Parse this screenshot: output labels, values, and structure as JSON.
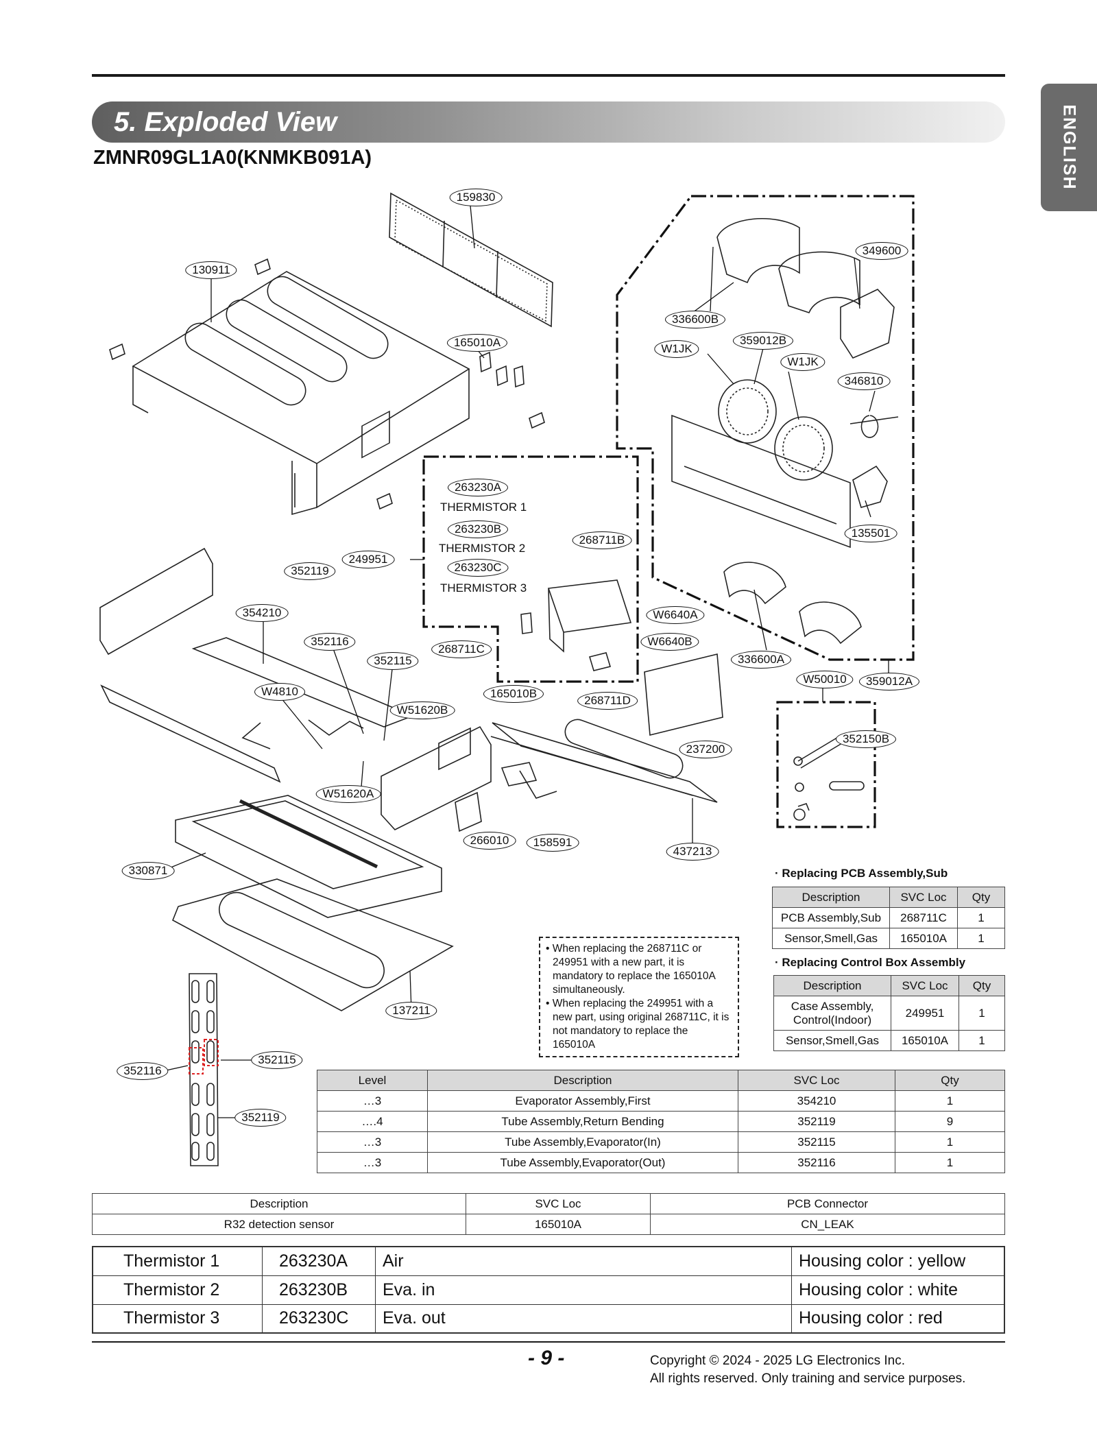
{
  "header": {
    "section_title": "5. Exploded View",
    "model": "ZMNR09GL1A0(KNMKB091A)",
    "language_tab": "ENGLISH"
  },
  "callouts": {
    "p159830": "159830",
    "p130911": "130911",
    "p165010A_top": "165010A",
    "p336600B": "336600B",
    "p349600": "349600",
    "p359012B": "359012B",
    "p W1JK_left": "W1JK",
    "pW1JK_right": "W1JK",
    "p346810": "346810",
    "p135501": "135501",
    "p263230A": "263230A",
    "p263230B": "263230B",
    "p263230C": "263230C",
    "p268711B": "268711B",
    "p249951": "249951",
    "p352119_top": "352119",
    "p354210": "354210",
    "p352116_top": "352116",
    "p352115_top": "352115",
    "p268711C": "268711C",
    "pW6640A": "W6640A",
    "pW6640B": "W6640B",
    "p336600A": "336600A",
    "pW50010": "W50010",
    "p359012A": "359012A",
    "pW4810": "W4810",
    "p165010B": "165010B",
    "p268711D": "268711D",
    "pW51620B": "W51620B",
    "p352150B": "352150B",
    "p237200": "237200",
    "pW51620A": "W51620A",
    "p266010": "266010",
    "p158591": "158591",
    "p437213": "437213",
    "p330871": "330871",
    "p137211": "137211",
    "p352116_bottom": "352116",
    "p352115_bottom": "352115",
    "p352119_bottom": "352119"
  },
  "thermistor_labels": [
    "THERMISTOR 1",
    "THERMISTOR 2",
    "THERMISTOR 3"
  ],
  "note": {
    "lines": [
      "When replacing the 268711C or 249951 with a new part, it is mandatory to replace the 165010A simultaneously.",
      "When replacing the 249951 with a new part, using original 268711C, it is not mandatory to replace the 165010A"
    ]
  },
  "pcb_sub_table": {
    "title": "Replacing PCB Assembly,Sub",
    "headers": [
      "Description",
      "SVC Loc",
      "Qty"
    ],
    "rows": [
      [
        "PCB Assembly,Sub",
        "268711C",
        "1"
      ],
      [
        "Sensor,Smell,Gas",
        "165010A",
        "1"
      ]
    ]
  },
  "control_box_table": {
    "title": "Replacing Control Box Assembly",
    "headers": [
      "Description",
      "SVC Loc",
      "Qty"
    ],
    "rows": [
      [
        "Case Assembly, Control(Indoor)",
        "249951",
        "1"
      ],
      [
        "Sensor,Smell,Gas",
        "165010A",
        "1"
      ]
    ]
  },
  "level_table": {
    "headers": [
      "Level",
      "Description",
      "SVC Loc",
      "Qty"
    ],
    "rows": [
      [
        "…3",
        "Evaporator Assembly,First",
        "354210",
        "1"
      ],
      [
        "….4",
        "Tube Assembly,Return Bending",
        "352119",
        "9"
      ],
      [
        "…3",
        "Tube Assembly,Evaporator(In)",
        "352115",
        "1"
      ],
      [
        "…3",
        "Tube Assembly,Evaporator(Out)",
        "352116",
        "1"
      ]
    ]
  },
  "sensor_table": {
    "headers": [
      "Description",
      "SVC Loc",
      "PCB Connector"
    ],
    "rows": [
      [
        "R32 detection sensor",
        "165010A",
        "CN_LEAK"
      ]
    ]
  },
  "thermistor_table": {
    "rows": [
      [
        "Thermistor 1",
        "263230A",
        "Air",
        "Housing color : yellow"
      ],
      [
        "Thermistor 2",
        "263230B",
        "Eva. in",
        "Housing color : white"
      ],
      [
        "Thermistor 3",
        "263230C",
        "Eva. out",
        "Housing color : red"
      ]
    ]
  },
  "footer": {
    "page": "- 9 -",
    "copyright_1": "Copyright © 2024 - 2025 LG Electronics Inc.",
    "copyright_2": "All rights reserved. Only training and service purposes."
  }
}
